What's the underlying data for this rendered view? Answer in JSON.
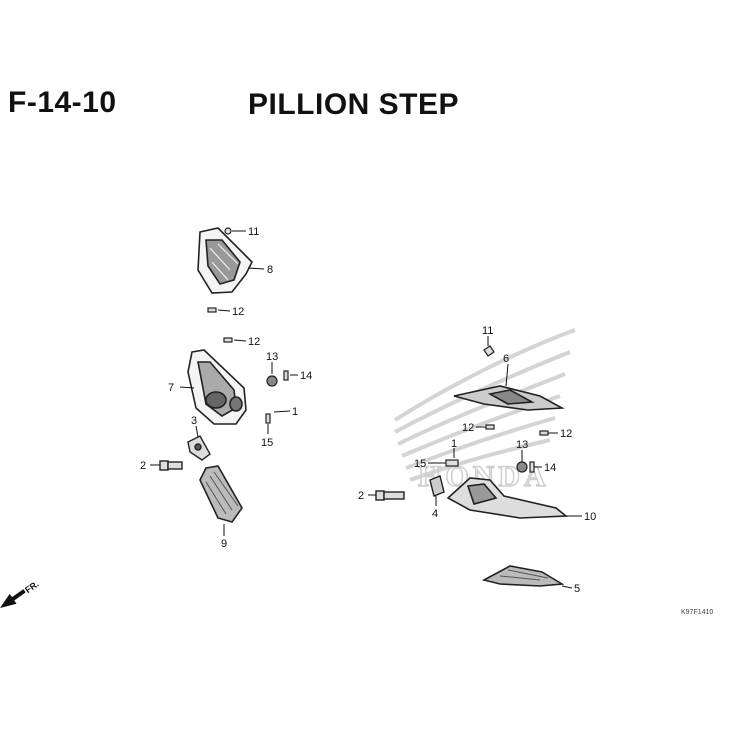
{
  "header": {
    "code": "F-14-10",
    "title": "PILLION STEP"
  },
  "reference_code": "K97F1410",
  "front_marker": "FR.",
  "callouts": [
    "1",
    "1",
    "2",
    "2",
    "3",
    "4",
    "5",
    "6",
    "7",
    "8",
    "9",
    "10",
    "11",
    "11",
    "12",
    "12",
    "12",
    "12",
    "13",
    "13",
    "14",
    "14",
    "15",
    "15"
  ],
  "colors": {
    "ink": "#111111",
    "watermark": "#d4d4d4",
    "background": "#ffffff"
  },
  "watermark_brand": "HONDA"
}
